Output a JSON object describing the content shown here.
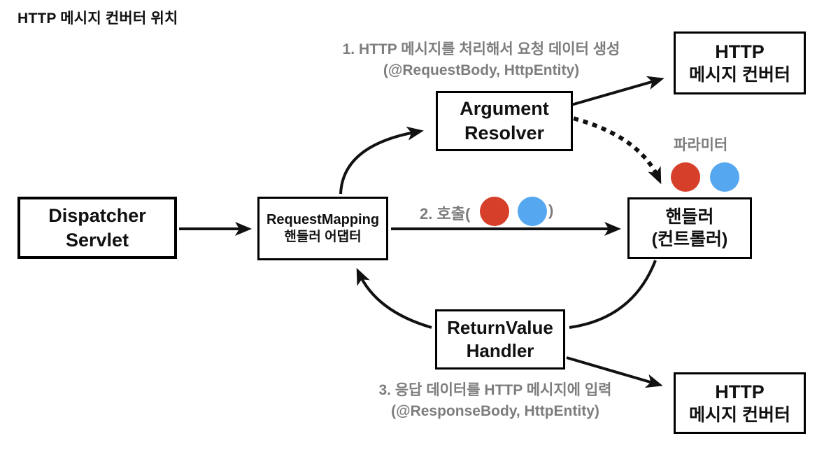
{
  "title": "HTTP 메시지 컨버터 위치",
  "boxes": {
    "dispatcher_servlet": {
      "line1": "Dispatcher",
      "line2": "Servlet"
    },
    "request_mapping_adapter": {
      "line1": "RequestMapping",
      "line2": "핸들러 어댑터"
    },
    "argument_resolver": {
      "line1": "Argument",
      "line2": "Resolver"
    },
    "handler": {
      "line1": "핸들러",
      "line2": "(컨트롤러)"
    },
    "return_value_handler": {
      "line1": "ReturnValue",
      "line2": "Handler"
    },
    "http_message_converter_top": {
      "line1": "HTTP",
      "line2": "메시지 컨버터"
    },
    "http_message_converter_bottom": {
      "line1": "HTTP",
      "line2": "메시지 컨버터"
    }
  },
  "annotations": {
    "step1_line1": "1. HTTP 메시지를 처리해서 요청 데이터 생성",
    "step1_line2": "(@RequestBody, HttpEntity)",
    "step2_prefix": "2. 호출(",
    "step2_suffix": ")",
    "parameter_label": "파라미터",
    "step3_line1": "3. 응답 데이터를 HTTP 메시지에 입력",
    "step3_line2": "(@ResponseBody, HttpEntity)"
  },
  "colors": {
    "red_param": "#d6402a",
    "blue_param": "#55a8f0",
    "annotation_gray": "#7d7d7d",
    "box_border": "#000000",
    "arrow_black": "#111111"
  }
}
